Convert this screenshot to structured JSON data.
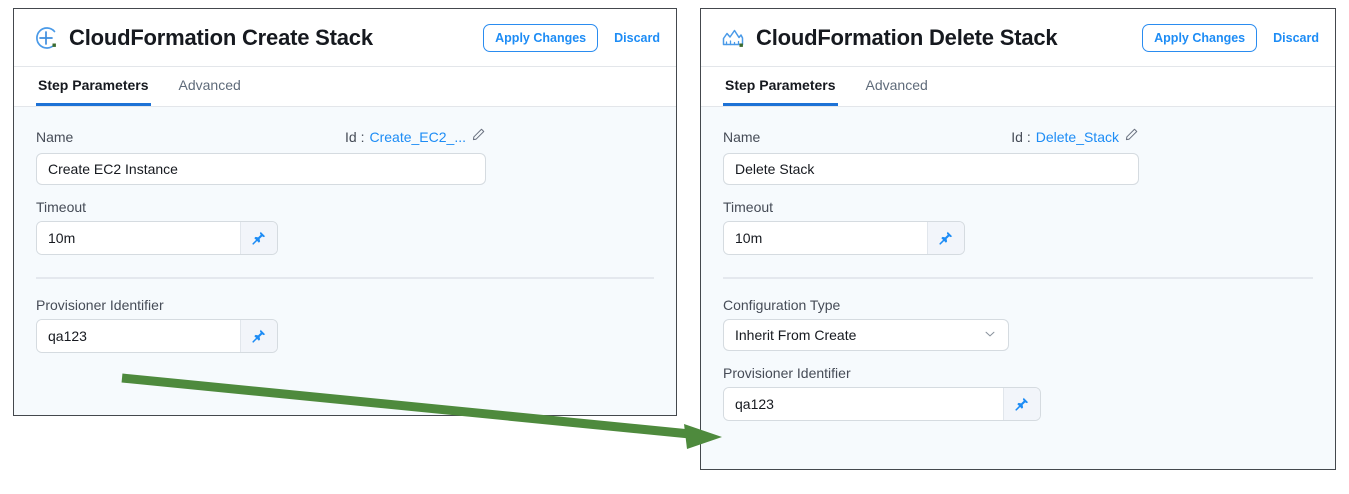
{
  "colors": {
    "accent_blue": "#1d8cf5",
    "tab_underline": "#1d72d6",
    "panel_border": "#44484d",
    "panel_bg": "#f6fafd",
    "arrow_green": "#4e8a3d",
    "text_dark": "#16191f",
    "label_gray": "#464c57"
  },
  "panels": [
    {
      "id": "create",
      "icon": "cloudformation-create-stack-icon",
      "title": "CloudFormation Create Stack",
      "apply_label": "Apply Changes",
      "discard_label": "Discard",
      "tabs": [
        {
          "label": "Step Parameters",
          "active": true
        },
        {
          "label": "Advanced",
          "active": false
        }
      ],
      "name_label": "Name",
      "id_prefix": "Id :",
      "id_value": "Create_EC2_...",
      "name_value": "Create EC2 Instance",
      "timeout_label": "Timeout",
      "timeout_value": "10m",
      "provisioner_label": "Provisioner Identifier",
      "provisioner_value": "qa123"
    },
    {
      "id": "delete",
      "icon": "cloudformation-delete-stack-icon",
      "title": "CloudFormation Delete Stack",
      "apply_label": "Apply Changes",
      "discard_label": "Discard",
      "tabs": [
        {
          "label": "Step Parameters",
          "active": true
        },
        {
          "label": "Advanced",
          "active": false
        }
      ],
      "name_label": "Name",
      "id_prefix": "Id :",
      "id_value": "Delete_Stack",
      "name_value": "Delete Stack",
      "timeout_label": "Timeout",
      "timeout_value": "10m",
      "config_type_label": "Configuration Type",
      "config_type_value": "Inherit From Create",
      "provisioner_label": "Provisioner Identifier",
      "provisioner_value": "qa123"
    }
  ]
}
